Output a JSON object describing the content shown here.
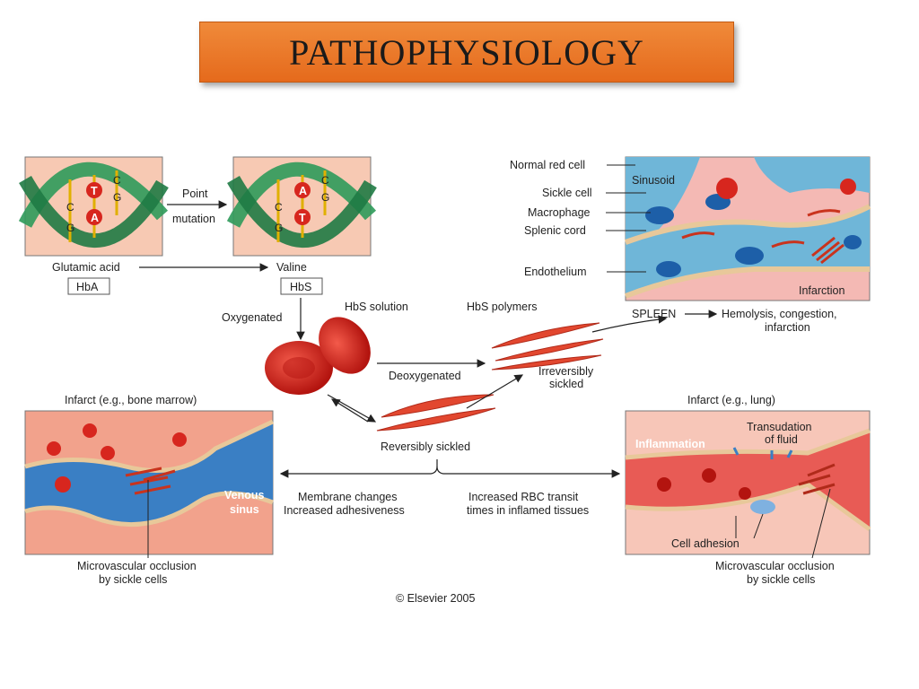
{
  "title": "PATHOPHYSIOLOGY",
  "dna": {
    "left_letters": {
      "t": "T",
      "a": "A",
      "c1": "C",
      "g1": "G",
      "c2": "C",
      "g2": "G"
    },
    "right_letters": {
      "a": "A",
      "t": "T",
      "c1": "C",
      "g1": "G",
      "c2": "C",
      "g2": "G"
    },
    "arrow_top": "Point",
    "arrow_bottom": "mutation",
    "left_label": "Glutamic acid",
    "right_label": "Valine",
    "left_box": "HbA",
    "right_box": "HbS"
  },
  "center": {
    "oxygenated": "Oxygenated",
    "hbs_solution": "HbS solution",
    "hbs_polymers": "HbS polymers",
    "deoxygenated": "Deoxygenated",
    "irreversibly_1": "Irreversibly",
    "irreversibly_2": "sickled",
    "reversibly": "Reversibly sickled"
  },
  "spleen": {
    "labels": [
      "Normal red cell",
      "Sickle cell",
      "Macrophage",
      "Splenic cord",
      "Endothelium"
    ],
    "sinusoid": "Sinusoid",
    "infarction": "Infarction",
    "caption_left": "SPLEEN",
    "caption_right_1": "Hemolysis, congestion,",
    "caption_right_2": "infarction"
  },
  "left_panel": {
    "heading": "Infarct (e.g., bone marrow)",
    "venous_1": "Venous",
    "venous_2": "sinus",
    "caption_1": "Microvascular occlusion",
    "caption_2": "by sickle cells"
  },
  "right_panel": {
    "heading": "Infarct (e.g., lung)",
    "inflammation": "Inflammation",
    "transudation_1": "Transudation",
    "transudation_2": "of fluid",
    "cell_adhesion": "Cell adhesion",
    "caption_1": "Microvascular occlusion",
    "caption_2": "by sickle cells"
  },
  "bottom": {
    "membrane_1": "Membrane changes",
    "membrane_2": "Increased adhesiveness",
    "rbc_1": "Increased RBC transit",
    "rbc_2": "times in inflamed tissues",
    "copyright": "© Elsevier 2005"
  },
  "colors": {
    "title_bg": "#ea7a2a",
    "rbc": "#d7261e",
    "dna_green": "#2e9a5a",
    "vessel_blue": "#3a7fc4",
    "tissue_pink": "#f3b6a6"
  }
}
